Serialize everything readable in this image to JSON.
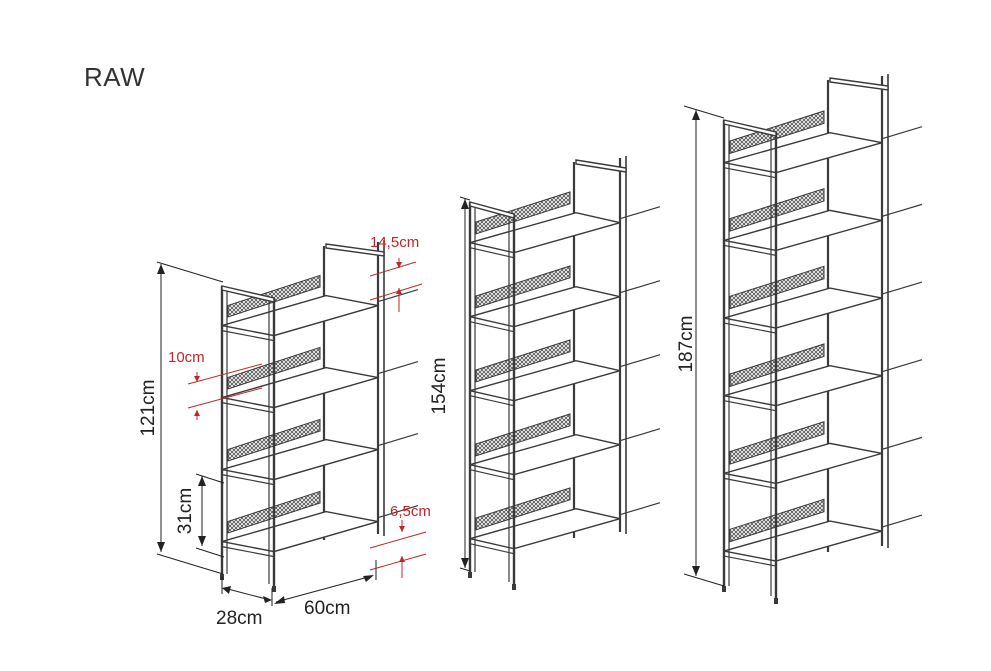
{
  "brand_label": "RAW",
  "colors": {
    "frame": "#3a3a3a",
    "mesh": "#6a6a6a",
    "dimension_black": "#222222",
    "dimension_red": "#c0262b"
  },
  "shelves": [
    {
      "id": "small",
      "tiers": 4,
      "height_label": "121cm"
    },
    {
      "id": "medium",
      "tiers": 5,
      "height_label": "154cm"
    },
    {
      "id": "large",
      "tiers": 6,
      "height_label": "187cm"
    }
  ],
  "dimensions": {
    "shelf_spacing": "31cm",
    "depth": "28cm",
    "width": "60cm",
    "top_rail": "14,5cm",
    "mesh_panel": "10cm",
    "bottom_gap": "6,5cm"
  }
}
